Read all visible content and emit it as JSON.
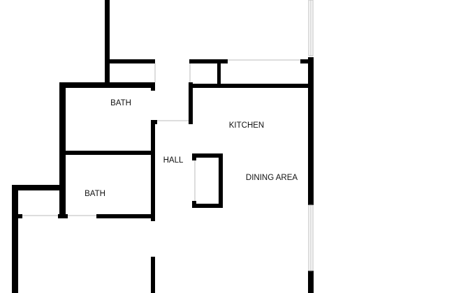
{
  "floorplan": {
    "wall_color": "#000000",
    "rooms": [
      {
        "id": "bath-upper",
        "label": "BATH"
      },
      {
        "id": "kitchen",
        "label": "KITCHEN"
      },
      {
        "id": "hall",
        "label": "HALL"
      },
      {
        "id": "bath-lower",
        "label": "BATH"
      },
      {
        "id": "dining-area",
        "label": "DINING AREA"
      }
    ]
  }
}
